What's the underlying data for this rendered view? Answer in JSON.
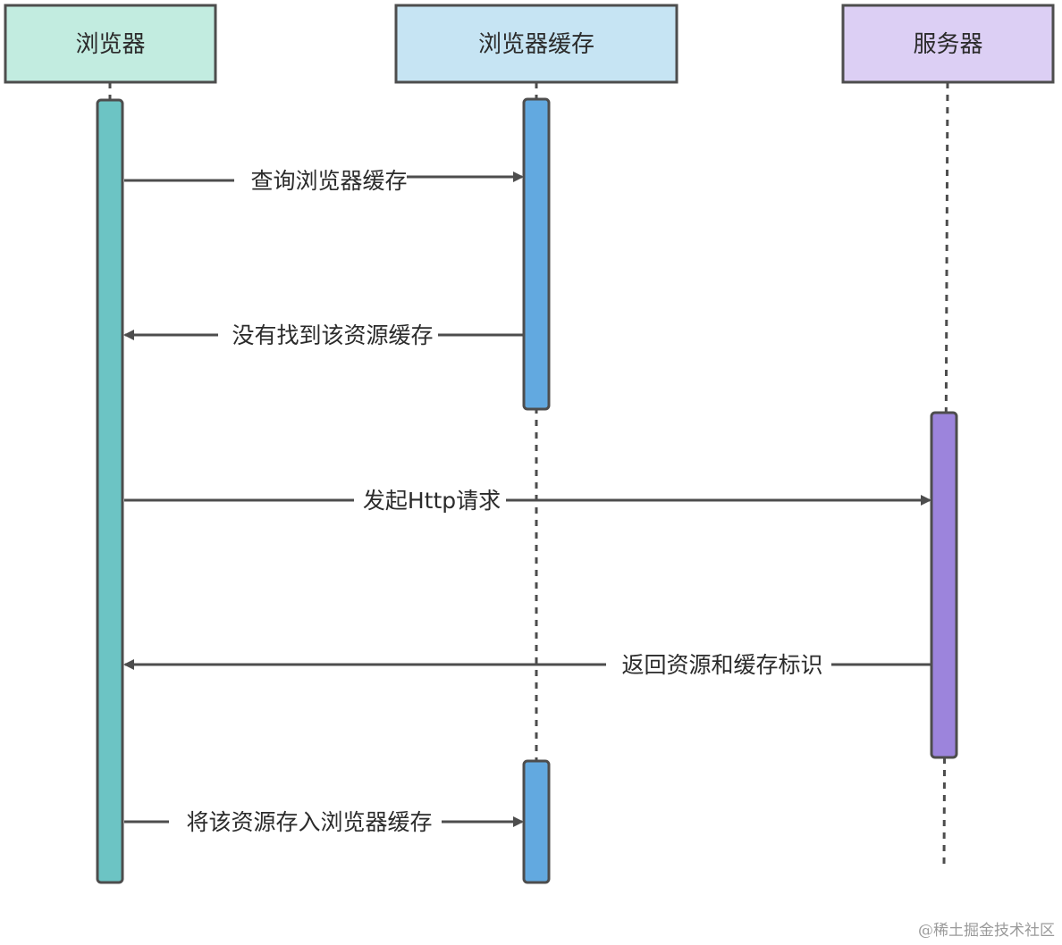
{
  "participants": [
    {
      "id": "browser",
      "label": "浏览器",
      "fill": "#c2ece0"
    },
    {
      "id": "cache",
      "label": "浏览器缓存",
      "fill": "#c6e4f3"
    },
    {
      "id": "server",
      "label": "服务器",
      "fill": "#dccff4"
    }
  ],
  "activation_colors": {
    "browser": "#6cc4c4",
    "cache": "#62a9e0",
    "server": "#9c84dc"
  },
  "stroke_color": "#4d4d4d",
  "messages": [
    {
      "from": "browser",
      "to": "cache",
      "label": "查询浏览器缓存"
    },
    {
      "from": "cache",
      "to": "browser",
      "label": "没有找到该资源缓存"
    },
    {
      "from": "browser",
      "to": "server",
      "label": "发起Http请求"
    },
    {
      "from": "server",
      "to": "browser",
      "label": "返回资源和缓存标识"
    },
    {
      "from": "browser",
      "to": "cache",
      "label": "将该资源存入浏览器缓存"
    }
  ],
  "watermark": "@稀土掘金技术社区"
}
